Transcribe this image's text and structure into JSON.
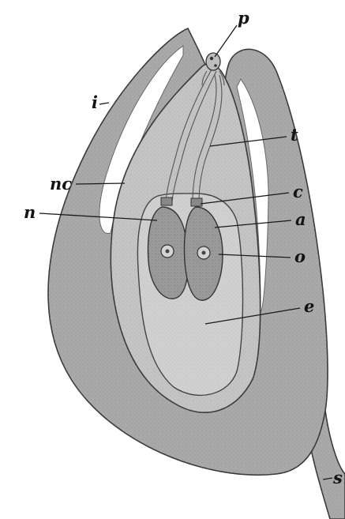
{
  "labels": {
    "p": "p",
    "i": "i",
    "t": "t",
    "nc": "nc",
    "c": "c",
    "a": "a",
    "n": "n",
    "o": "o",
    "e": "e",
    "s": "s"
  },
  "colors": {
    "ink": "#141414",
    "integument": "#a9a9a9",
    "nucellus": "#c4c4c4",
    "embryo_sac": "#d0d0d0",
    "cell": "#9c9c9c"
  }
}
